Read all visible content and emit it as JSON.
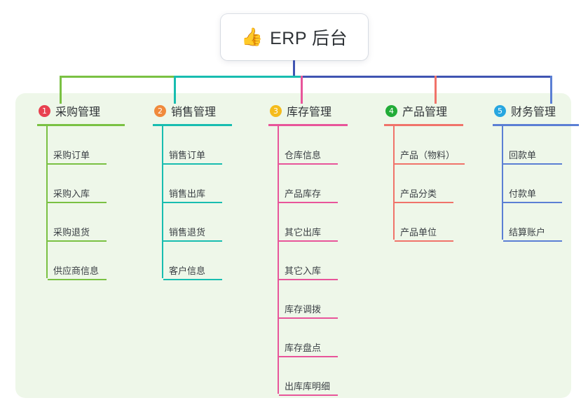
{
  "root": {
    "icon": "thumbs-up-icon",
    "icon_glyph": "👍",
    "title": "ERP 后台"
  },
  "palette": {
    "panel_bg": "#eef7e9",
    "card_bg": "#ffffff",
    "text": "#2f3337",
    "trunk_root": "#4054b2",
    "green": "#7ac143",
    "teal": "#18bdb0",
    "pink": "#e8559a",
    "red": "#f0736a",
    "blue": "#5b7fd4"
  },
  "connector": {
    "root_stem_color": "#4054b2",
    "segments": [
      {
        "name": "segment-green",
        "color": "#7ac143"
      },
      {
        "name": "segment-teal",
        "color": "#18bdb0"
      },
      {
        "name": "segment-blue",
        "color": "#4054b2"
      }
    ]
  },
  "columns": [
    {
      "number": "1",
      "title": "采购管理",
      "badge_color": "#e8404f",
      "line_color": "#7ac143",
      "drop_color": "#7ac143",
      "items": [
        "采购订单",
        "采购入库",
        "采购退货",
        "供应商信息"
      ]
    },
    {
      "number": "2",
      "title": "销售管理",
      "badge_color": "#f08a3c",
      "line_color": "#18bdb0",
      "drop_color": "#18bdb0",
      "items": [
        "销售订单",
        "销售出库",
        "销售退货",
        "客户信息"
      ]
    },
    {
      "number": "3",
      "title": "库存管理",
      "badge_color": "#f5bc1c",
      "line_color": "#e8559a",
      "drop_color": "#e8559a",
      "items": [
        "仓库信息",
        "产品库存",
        "其它出库",
        "其它入库",
        "库存调拨",
        "库存盘点",
        "出库库明细"
      ]
    },
    {
      "number": "4",
      "title": "产品管理",
      "badge_color": "#22ac38",
      "line_color": "#f0736a",
      "drop_color": "#f0736a",
      "items": [
        "产品（物料）",
        "产品分类",
        "产品单位"
      ]
    },
    {
      "number": "5",
      "title": "财务管理",
      "badge_color": "#27a6e0",
      "line_color": "#5b7fd4",
      "drop_color": "#5b7fd4",
      "items": [
        "回款单",
        "付款单",
        "结算账户"
      ]
    }
  ]
}
